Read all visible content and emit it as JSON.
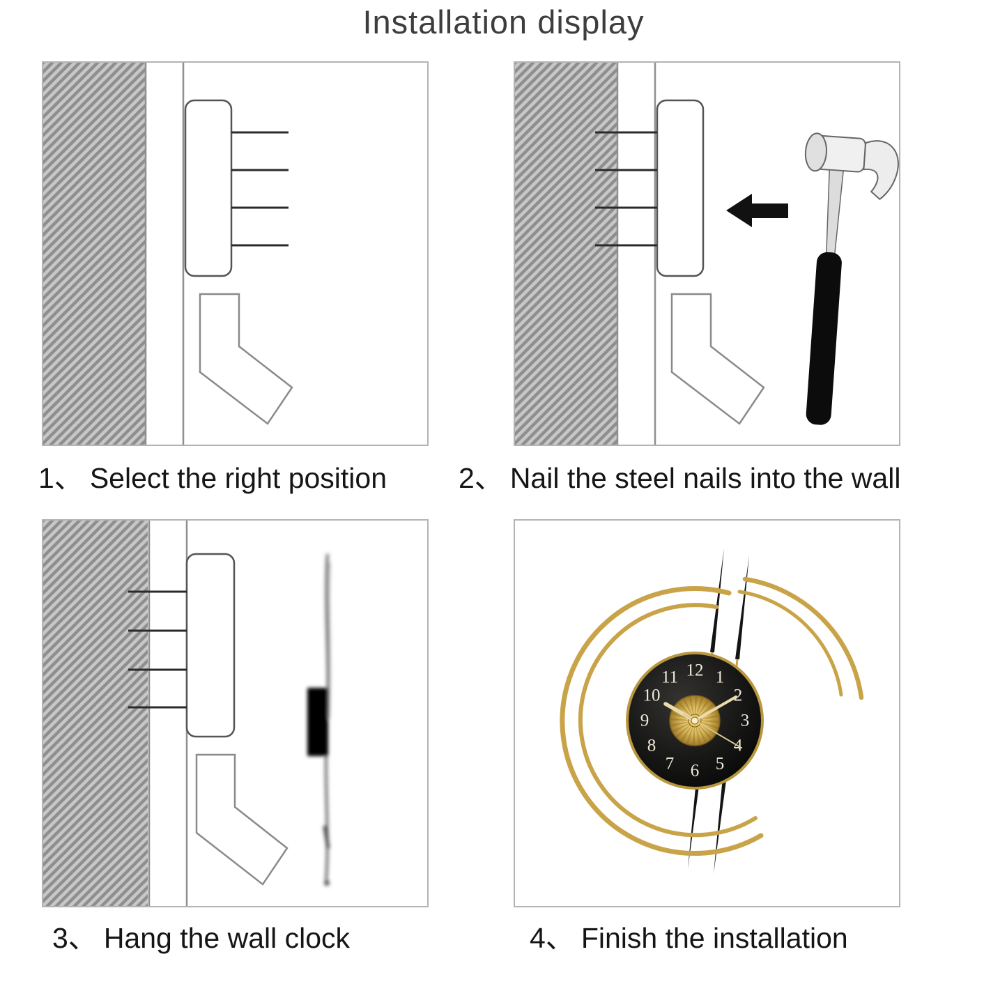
{
  "page": {
    "title": "Installation display"
  },
  "steps": [
    {
      "prefix": "1、",
      "caption": "Select the right position"
    },
    {
      "prefix": "2、",
      "caption": "Nail the steel nails into the wall"
    },
    {
      "prefix": "3、",
      "caption": "Hang the wall clock"
    },
    {
      "prefix": "4、",
      "caption": "Finish the installation"
    }
  ],
  "clock": {
    "numerals": [
      "12",
      "1",
      "2",
      "3",
      "4",
      "5",
      "6",
      "7",
      "8",
      "9",
      "10",
      "11"
    ]
  },
  "icons": {
    "hammer": "hammer-icon",
    "arrow": "left-arrow-icon",
    "hook": "wall-hook",
    "bracket": "mounting-bracket"
  },
  "colors": {
    "gold": "#c9a348",
    "dial_face": "#101010",
    "hatch_background": "#c7c7c7",
    "hatch_stripe": "#8e8e8e",
    "panel_border": "#b3b3b3",
    "caption_text": "#151515"
  }
}
